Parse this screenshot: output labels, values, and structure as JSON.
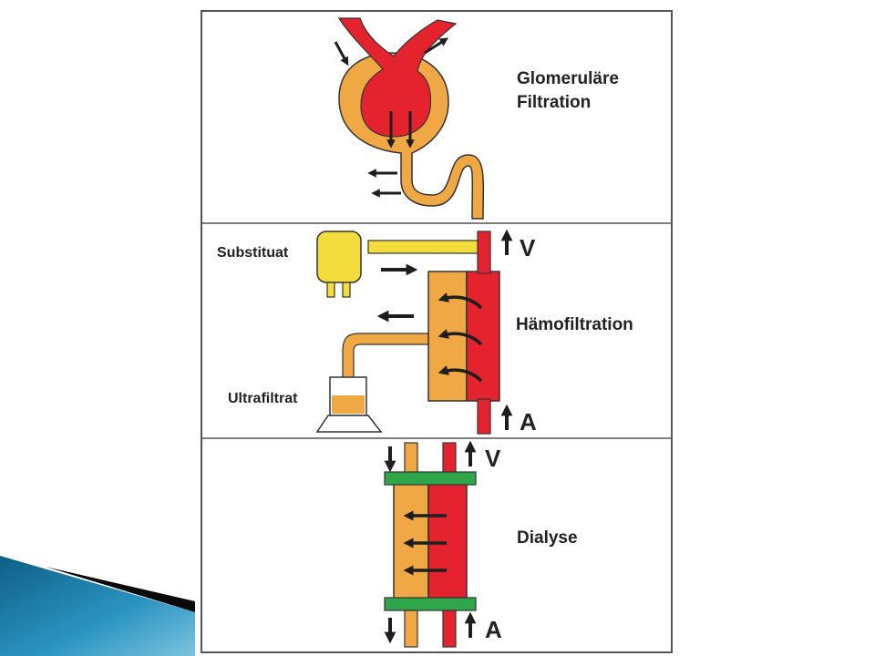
{
  "panels": {
    "glomerular": {
      "title_line1": "Glomeruläre",
      "title_line2": "Filtration"
    },
    "haemofiltration": {
      "title": "Hämofiltration",
      "substituat_label": "Substituat",
      "ultrafiltrat_label": "Ultrafiltrat",
      "venous_label": "V",
      "arterial_label": "A"
    },
    "dialysis": {
      "title": "Dialyse",
      "venous_label": "V",
      "arterial_label": "A"
    }
  },
  "colors": {
    "blood": "#e5232f",
    "filtrate": "#f0a845",
    "substitute": "#f3dd3d",
    "membrane_clamp": "#2fa64a",
    "arrow": "#1e1e1e",
    "frame": "#555555",
    "slide_accent": "#1a7fa8"
  }
}
